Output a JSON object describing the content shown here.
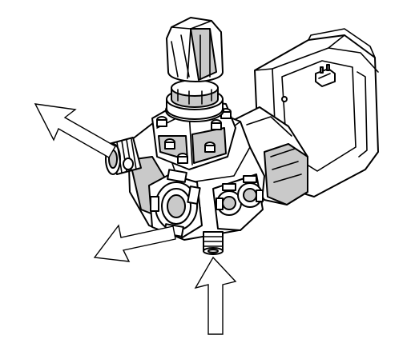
{
  "figure": {
    "subject": "pump-valve-assembly",
    "flows": [
      {
        "id": "outlet-upper",
        "direction": "up-left"
      },
      {
        "id": "outlet-lower",
        "direction": "down-left"
      },
      {
        "id": "inlet-bottom",
        "direction": "up"
      }
    ],
    "colors": {
      "outline": "#000000",
      "fill": "#ffffff",
      "shade": "#c9c9c9",
      "dark_shade": "#8a8a8a"
    }
  }
}
